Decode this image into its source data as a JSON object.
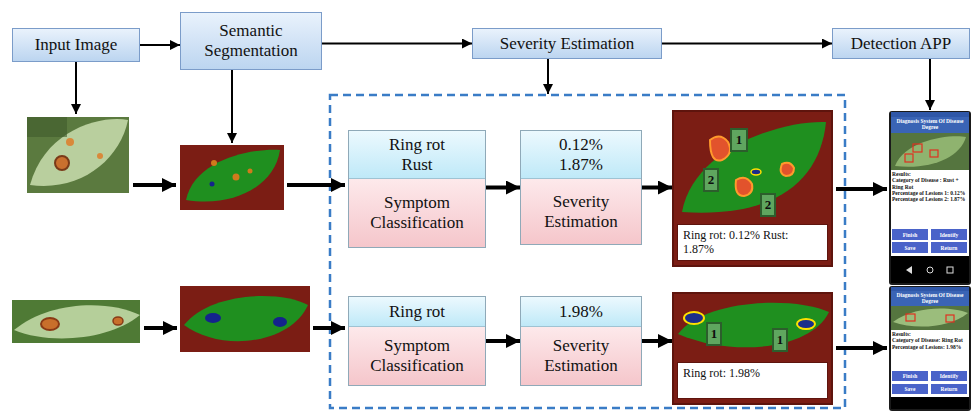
{
  "diagram": {
    "nodes": [
      {
        "text": [
          "Input Image"
        ]
      },
      {
        "text": [
          "Semantic Segmentation"
        ]
      },
      {
        "text": [
          "Severity Estimation"
        ]
      },
      {
        "text": [
          "Detection APP"
        ]
      },
      {
        "text": [
          "Ring rot Rust",
          "Symptom Classification"
        ]
      },
      {
        "text": [
          "0.12% 1.87%",
          "Severity Estimation"
        ]
      },
      {
        "text": [
          "Ring rot: 0.12% Rust: 1.87%"
        ]
      },
      {
        "text": [
          "Ring rot",
          "Symptom Classification"
        ]
      },
      {
        "text": [
          "1.98%",
          "Severity Estimation"
        ]
      },
      {
        "text": [
          "Ring rot: 1.98%"
        ]
      }
    ],
    "edges": [
      {
        "from": 0,
        "to": 1,
        "arrow": "to"
      },
      {
        "from": 1,
        "to": 2,
        "arrow": "to"
      },
      {
        "from": 2,
        "to": 3,
        "arrow": "to"
      },
      {
        "from": 4,
        "to": 5,
        "arrow": "to"
      },
      {
        "from": 5,
        "to": 6,
        "arrow": "to"
      },
      {
        "from": 7,
        "to": 8,
        "arrow": "to"
      },
      {
        "from": 8,
        "to": 9,
        "arrow": "to"
      }
    ],
    "labels": [
      "1",
      "2",
      "2",
      "1",
      "1",
      "Diagnosis System Of Disease Degree",
      "Results:",
      "Category of Disease : Rust + Ring Rot",
      "Percentage of Lesions 1: 0.12%",
      "Percentage of Lesions 2: 1.87%",
      "Finish",
      "Identify",
      "Save",
      "Return",
      "Diagnosis System Of Disease Degree",
      "Results:",
      "Category of Disease: Ring Rot",
      "Percentage of Lesions: 1.98%",
      "Finish",
      "Identify",
      "Save",
      "Return"
    ]
  }
}
